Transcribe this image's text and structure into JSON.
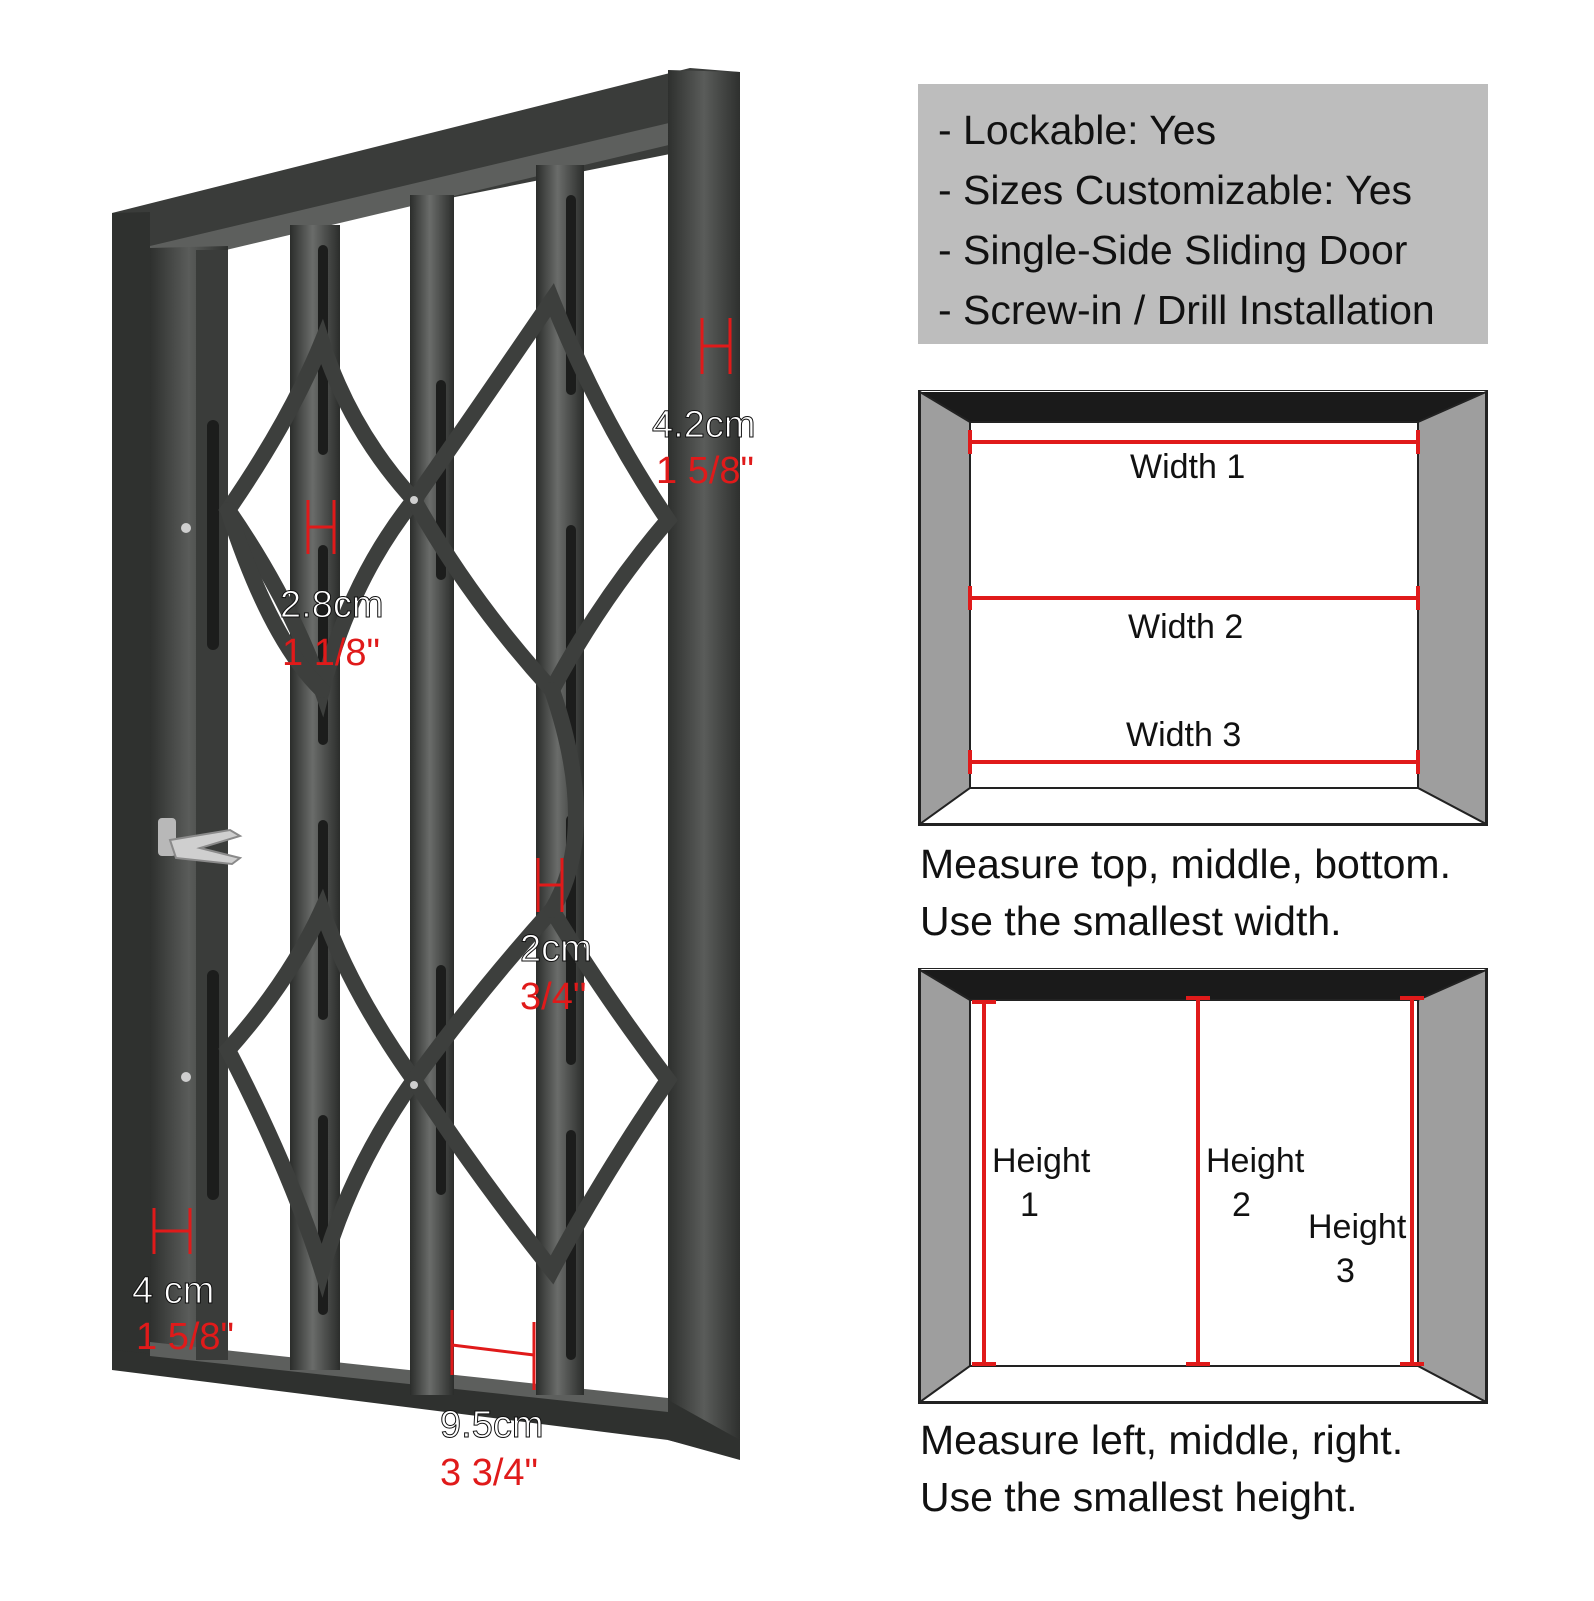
{
  "features": [
    "- Lockable: Yes",
    "- Sizes Customizable: Yes",
    "- Single-Side Sliding Door",
    "- Screw-in / Drill Installation"
  ],
  "measurements": {
    "frame_depth": {
      "cm": "4.2cm",
      "inch": "1 5/8\""
    },
    "bar_width": {
      "cm": "2.8cm",
      "inch": "1 1/8\""
    },
    "bar_spacing": {
      "cm": "2cm",
      "inch": "3/4\""
    },
    "side_frame": {
      "cm": "4 cm",
      "inch": "1 5/8\""
    },
    "bottom_track": {
      "cm": "9.5cm",
      "inch": "3 3/4\""
    }
  },
  "width_diagram": {
    "labels": [
      "Width 1",
      "Width 2",
      "Width 3"
    ],
    "caption_line1": "Measure top, middle, bottom.",
    "caption_line2": "Use the smallest width."
  },
  "height_diagram": {
    "labels": [
      {
        "word": "Height",
        "num": "1"
      },
      {
        "word": "Height",
        "num": "2"
      },
      {
        "word": "Height",
        "num": "3"
      }
    ],
    "caption_line1": "Measure left, middle, right.",
    "caption_line2": "Use the smallest height."
  },
  "colors": {
    "frame": "#3c3e3c",
    "panel": "#bdbdbd",
    "measure_red": "#e01a1a",
    "bevel": "#9e9e9e"
  }
}
